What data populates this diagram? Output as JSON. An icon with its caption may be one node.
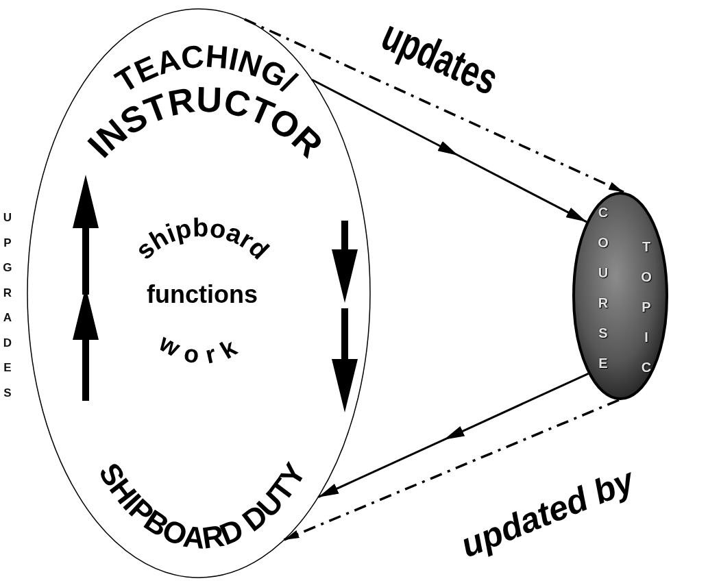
{
  "diagram": {
    "nodes": [
      {
        "text": [
          "TEACHING/ INSTRUCTOR",
          "shipboard",
          "functions",
          "work",
          "SHIPBOARD DUTY"
        ]
      },
      {
        "text": [
          "COURSE",
          "TOPIC"
        ]
      }
    ],
    "edges": [
      {
        "from": 0,
        "to": 1,
        "arrow": "to"
      },
      {
        "from": 0,
        "to": 1,
        "arrow": "to",
        "style": "dashed",
        "label": "updates"
      },
      {
        "from": 1,
        "to": 0,
        "arrow": "to"
      },
      {
        "from": 1,
        "to": 0,
        "arrow": "to",
        "style": "dashed",
        "label": "updated by"
      }
    ],
    "labels": [
      "UPGRADES"
    ]
  }
}
